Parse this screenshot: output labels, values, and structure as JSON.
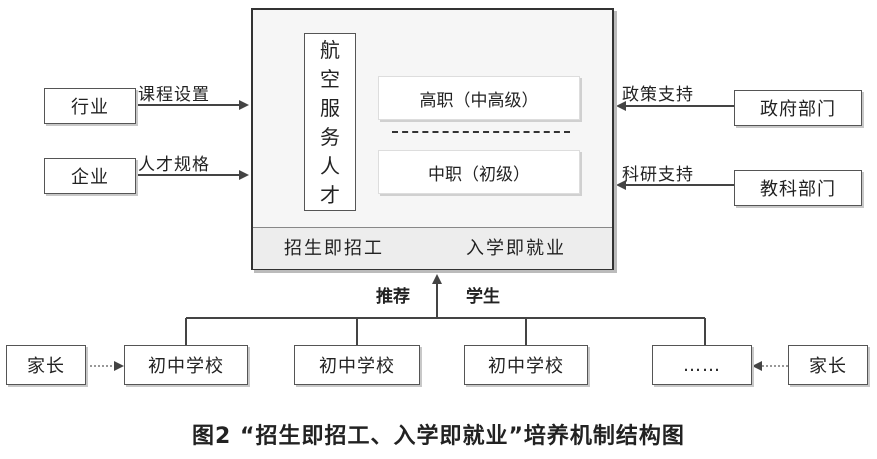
{
  "main_block": {
    "vertical_label": [
      "航",
      "空",
      "服",
      "务",
      "人",
      "才"
    ],
    "level_high": "高职（中高级）",
    "level_mid": "中职（初级）",
    "footer_left": "招生即招工",
    "footer_right": "入学即就业"
  },
  "left": {
    "industry": "行业",
    "enterprise": "企业",
    "industry_edge": "课程设置",
    "enterprise_edge": "人才规格"
  },
  "right": {
    "government": "政府部门",
    "education_research": "教科部门",
    "government_edge": "政策支持",
    "research_edge": "科研支持"
  },
  "bottom": {
    "label_left": "推荐",
    "label_right": "学生",
    "parents_left": "家长",
    "parents_right": "家长",
    "schools": [
      "初中学校",
      "初中学校",
      "初中学校",
      "……"
    ]
  },
  "caption": "图2 “招生即招工、入学即就业”培养机制结构图",
  "colors": {
    "line": "#444444",
    "box_border": "#555555",
    "main_bg": "#f6f6f6"
  }
}
